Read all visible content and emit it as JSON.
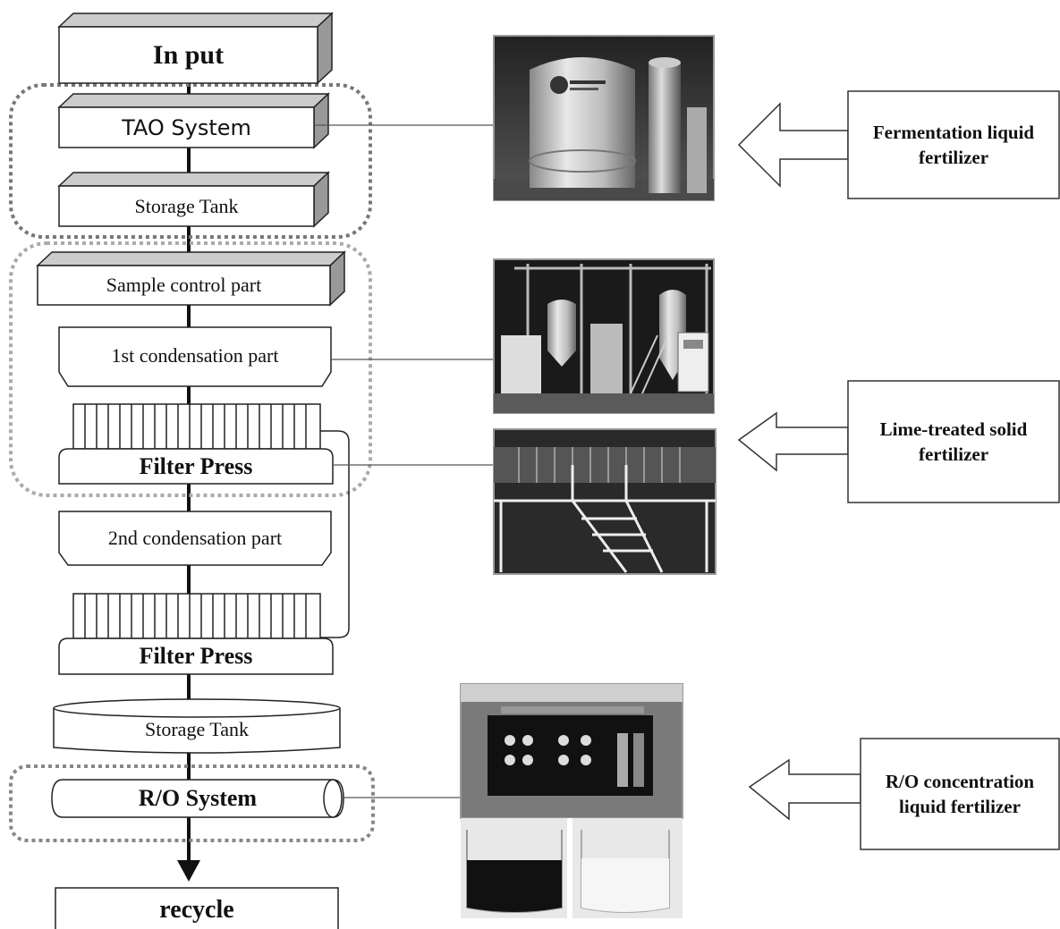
{
  "flow": {
    "input": "In put",
    "tao_system": "TAO System",
    "storage_tank_1": "Storage Tank",
    "sample_control": "Sample control part",
    "condensation_1": "1st condensation part",
    "filter_press_1": "Filter Press",
    "condensation_2": "2nd condensation part",
    "filter_press_2": "Filter Press",
    "storage_tank_2": "Storage Tank",
    "ro_system": "R/O System",
    "recycle": "recycle"
  },
  "outputs": {
    "fermentation": "Fermentation liquid fertilizer",
    "lime": "Lime-treated solid fertilizer",
    "ro": "R/O concentration liquid fertilizer"
  }
}
